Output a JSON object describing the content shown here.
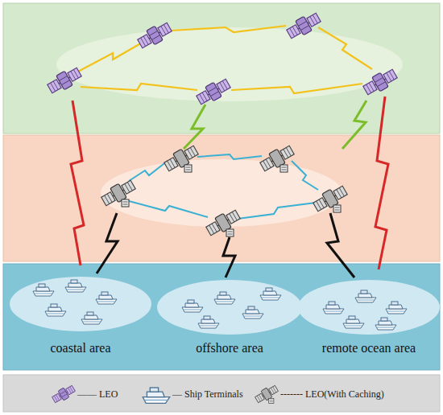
{
  "diagram": {
    "nodes": [
      {
        "text": [
          "coastal area"
        ]
      },
      {
        "text": [
          "offshore area"
        ]
      },
      {
        "text": [
          "remote ocean area"
        ]
      }
    ],
    "legend": [
      {
        "text": "—— LEO"
      },
      {
        "text": "— Ship Terminals"
      },
      {
        "text": "------- LEO(With Caching)"
      }
    ]
  }
}
